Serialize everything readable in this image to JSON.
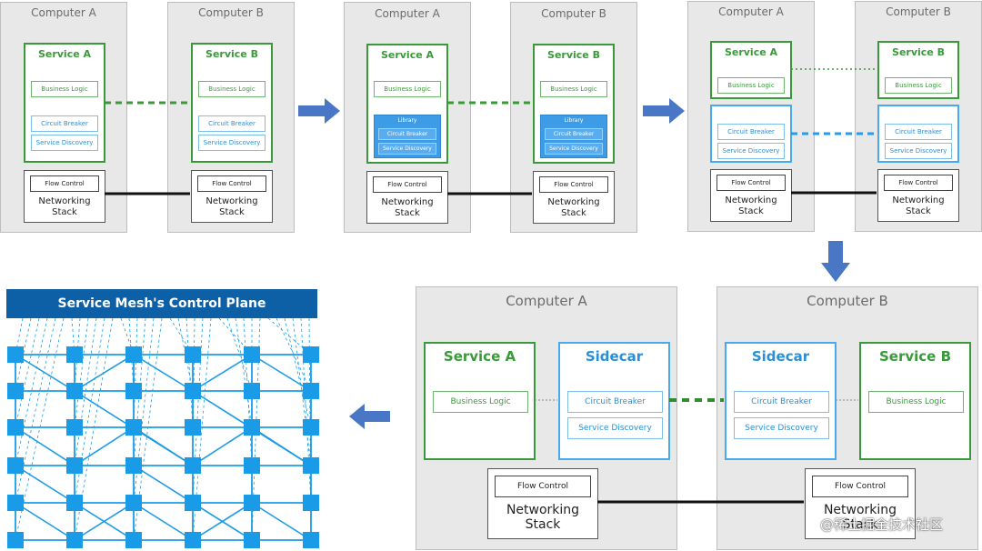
{
  "panels": {
    "p1": {
      "computer_a": "Computer A",
      "computer_b": "Computer B",
      "service_a": "Service A",
      "service_b": "Service B",
      "business_logic": "Business Logic",
      "circuit_breaker": "Circuit Breaker",
      "service_discovery": "Service Discovery",
      "flow_control": "Flow Control",
      "networking_stack": "Networking Stack"
    },
    "p2": {
      "computer_a": "Computer A",
      "computer_b": "Computer B",
      "service_a": "Service A",
      "service_b": "Service B",
      "business_logic": "Business Logic",
      "library": "Library",
      "circuit_breaker": "Circuit Breaker",
      "service_discovery": "Service Discovery",
      "flow_control": "Flow Control",
      "networking_stack": "Networking Stack"
    },
    "p3": {
      "computer_a": "Computer A",
      "computer_b": "Computer B",
      "service_a": "Service A",
      "service_b": "Service B",
      "business_logic": "Business Logic",
      "circuit_breaker": "Circuit Breaker",
      "service_discovery": "Service Discovery",
      "flow_control": "Flow Control",
      "networking_stack": "Networking Stack"
    },
    "p4": {
      "computer_a": "Computer A",
      "computer_b": "Computer B",
      "service_a": "Service A",
      "service_b": "Service B",
      "sidecar": "Sidecar",
      "business_logic": "Business Logic",
      "circuit_breaker": "Circuit Breaker",
      "service_discovery": "Service Discovery",
      "flow_control": "Flow Control",
      "networking_stack": "Networking Stack"
    }
  },
  "control_plane": {
    "title": "Service Mesh's Control Plane"
  },
  "watermark": "@稀土掘金技术社区",
  "colors": {
    "green": "#3a9a3a",
    "blue": "#2a8fd6",
    "arrow": "#4a76c6",
    "mesh": "#1a9be8",
    "banner": "#0d5fa6"
  }
}
